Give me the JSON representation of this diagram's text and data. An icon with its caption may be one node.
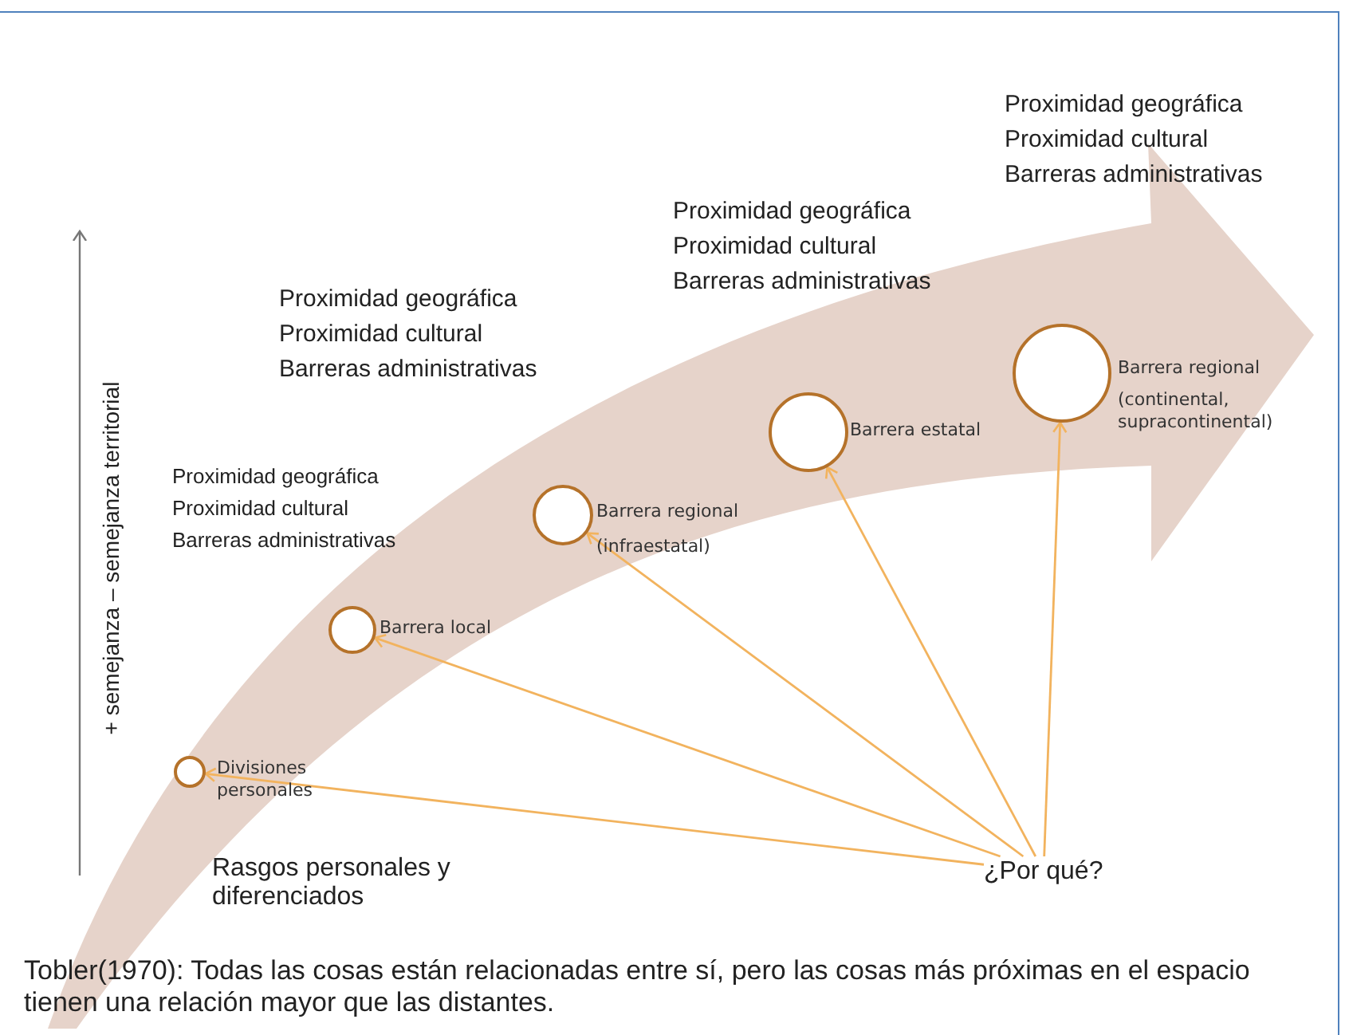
{
  "diagram": {
    "caption": "Tobler(1970): Todas las cosas están relacionadas entre sí, pero las cosas más próximas en el espacio tienen una relación mayor que las distantes.",
    "nodes": [
      {
        "text": [],
        "shape": "circle",
        "beside": [
          "Divisiones personales"
        ]
      },
      {
        "text": [],
        "shape": "circle",
        "beside": [
          "Barrera local"
        ]
      },
      {
        "text": [],
        "shape": "circle",
        "beside": [
          "Barrera regional",
          "(infraestatal)"
        ]
      },
      {
        "text": [],
        "shape": "circle",
        "beside": [
          "Barrera estatal"
        ]
      },
      {
        "text": [],
        "shape": "circle",
        "beside": [
          "Barrera regional",
          "(continental, supracontinental)"
        ]
      },
      {
        "text": [
          "¿Por qué?"
        ]
      }
    ],
    "edges": [
      {
        "from": 5,
        "to": 0,
        "arrow": "to"
      },
      {
        "from": 5,
        "to": 1,
        "arrow": "to"
      },
      {
        "from": 5,
        "to": 2,
        "arrow": "to"
      },
      {
        "from": 5,
        "to": 3,
        "arrow": "to"
      },
      {
        "from": 5,
        "to": 4,
        "arrow": "to"
      }
    ],
    "labels": [
      "Proximidad geográfica",
      "Proximidad cultural",
      "Barreras administrativas",
      "Proximidad geográfica",
      "Proximidad cultural",
      "Barreras administrativas",
      "Proximidad geográfica",
      "Proximidad cultural",
      "Barreras administrativas",
      "+ semejanza – semejanza territorial",
      "Proximidad geográfica",
      "Proximidad cultural",
      "Barreras administrativas",
      "Rasgos personales y diferenciados"
    ]
  }
}
